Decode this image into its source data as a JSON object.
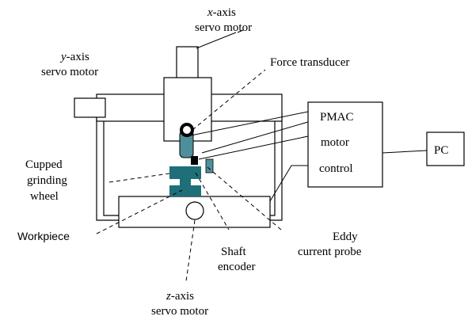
{
  "labels": {
    "x_axis_var": "x",
    "x_axis_rest": "-axis",
    "x_axis_line2": "servo motor",
    "y_axis_var": "y",
    "y_axis_rest": "-axis",
    "y_axis_line2": "servo motor",
    "z_axis_var": "z",
    "z_axis_rest": "-axis",
    "z_axis_line2": "servo motor",
    "force_transducer": "Force transducer",
    "cupped_line1": "Cupped",
    "cupped_line2": "grinding",
    "cupped_line3": "wheel",
    "workpiece": "Workpiece",
    "shaft_line1": "Shaft",
    "shaft_line2": "encoder",
    "eddy_line1": "Eddy",
    "eddy_line2": "current probe"
  },
  "controller": {
    "line1": "PMAC",
    "line2": "motor",
    "line3": "control"
  },
  "pc": {
    "label": "PC"
  },
  "colors": {
    "component_teal": "#4f8f99",
    "component_dark_teal": "#1f6f78",
    "outline": "#000000"
  }
}
